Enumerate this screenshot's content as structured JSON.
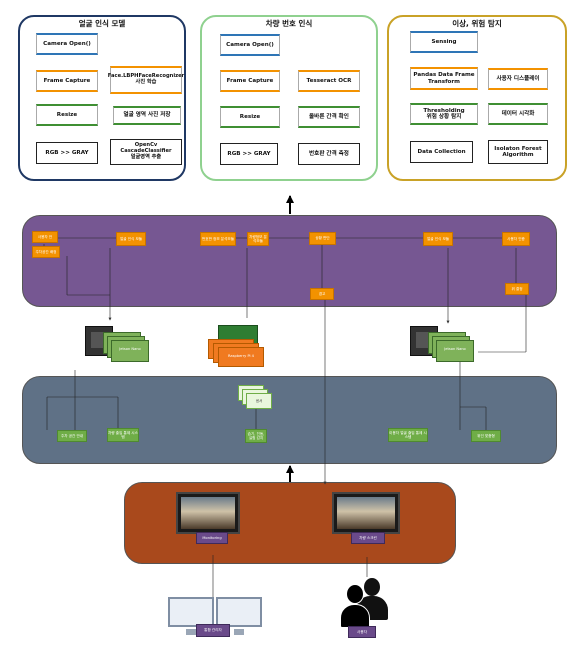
{
  "panels": {
    "face": {
      "title": "얼굴 인식 모델",
      "nodes": {
        "camera": "Camera Open()",
        "capture": "Frame Capture",
        "resize": "Resize",
        "gray": "RGB >> GRAY",
        "lbph": "Face.LBPHFaceRecognizer\n사진 학습",
        "save": "얼굴 영역 사진 저장",
        "cascade": "OpenCv CascadeClassifier\n얼굴영역 추출"
      }
    },
    "plate": {
      "title": "차량 번호 인식",
      "nodes": {
        "camera": "Camera Open()",
        "capture": "Frame Capture",
        "resize": "Resize",
        "gray": "RGB >> GRAY",
        "ocr": "Tesseract OCR",
        "gap_check": "올바른 간격 확인",
        "gap_measure": "번호판 간격 측정"
      }
    },
    "anomaly": {
      "title": "이상, 위험 탐지",
      "nodes": {
        "sensing": "Sensing",
        "pandas": "Pandas Data Frame Transform",
        "threshold": "Thresholding\n위험 상황 탐지",
        "collection": "Data Collection",
        "display": "사용자 디스플레이",
        "visual": "데이터 시각화",
        "isolation": "Isolaton Forest Algorithm"
      }
    }
  },
  "purple_band": {
    "boxes": [
      "사용자 안",
      "얼굴 인식 모듈",
      "주차공간 배정",
      "번호판 정보 분석모듈",
      "차량정보 분석모듈",
      "상황 판단",
      "경고",
      "얼굴 인식 모듈",
      "사용자 인증",
      "위 결정"
    ]
  },
  "devices": {
    "left": "Jetson Nano",
    "middle": "Raspberry Pi 4",
    "right": "Jetson Nano",
    "sensor": "센서"
  },
  "slate_band": {
    "boxes": [
      "주차 공간 안내",
      "차량 출입 통제 시스템",
      "습기, 진동, 실험 감지",
      "이용자 얼굴 출입 통제 시스템",
      "위인 맞춤형"
    ]
  },
  "brown_band": {
    "monitor_left": "Monitoring",
    "monitor_right": "차량 스크린"
  },
  "people": {
    "admin": "통합 관리자",
    "user": "사용자"
  },
  "colors": {
    "purple_band": "#765792",
    "slate_band": "#5f7186",
    "brown_band": "#a9491c",
    "orange": "#f39200",
    "green": "#6fad47",
    "panel_green_border": "#7fc97f",
    "panel_gold_border": "#c9a227"
  },
  "icons": [
    "jetson-nano-board-icon",
    "raspberry-pi-board-icon",
    "monitor-icon",
    "dual-monitor-icon",
    "users-silhouette-icon",
    "sensor-icon"
  ]
}
